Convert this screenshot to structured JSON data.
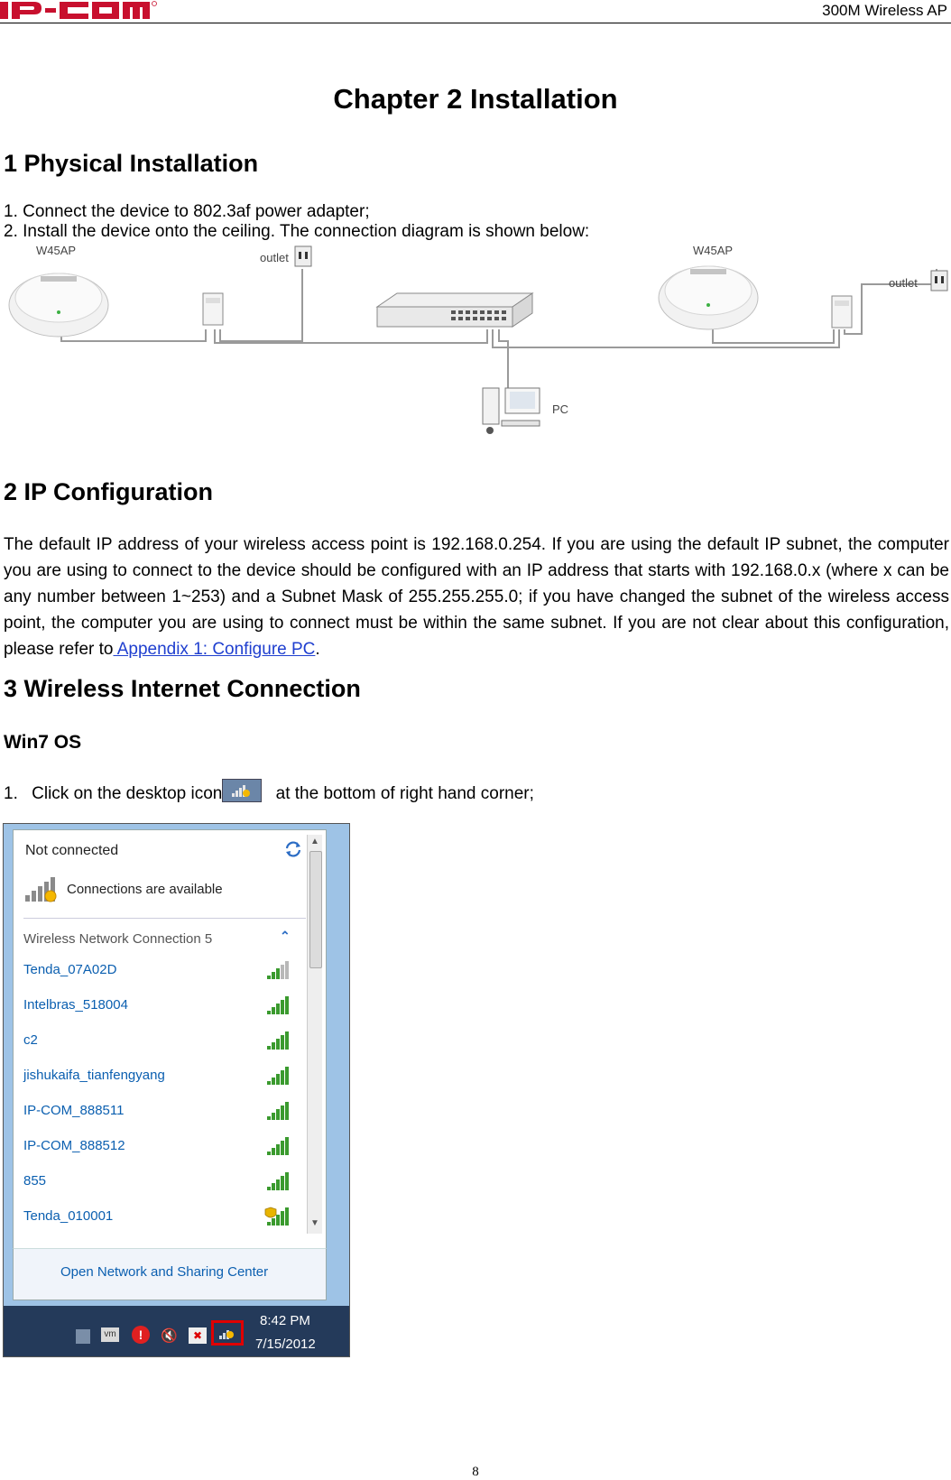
{
  "header": {
    "logo_text": "IP-COM",
    "title": "300M Wireless AP"
  },
  "chapter_title": "Chapter 2 Installation",
  "section1": {
    "heading": "1 Physical Installation",
    "step1": "1. Connect the device to 802.3af power adapter;",
    "step2": "2. Install the device onto the ceiling. The connection diagram is shown below:"
  },
  "diagram": {
    "left_ap_label": "W45AP",
    "right_ap_label": "W45AP",
    "left_outlet_label": "outlet",
    "right_outlet_label": "outlet",
    "pc_label": "PC"
  },
  "section2": {
    "heading": "2 IP Configuration",
    "body": "The default IP address of your wireless access point is 192.168.0.254. If you are using the default IP subnet, the computer you are using to connect to the device should be configured with an IP address that starts with 192.168.0.x (where x can be any number between 1~253) and a Subnet Mask of 255.255.255.0; if you have changed the subnet of the wireless access point, the computer you are using to connect must be within the same subnet. If you are not clear about this configuration, please refer to",
    "link": " Appendix 1: Configure PC",
    "after_link": "."
  },
  "section3": {
    "heading": "3 Wireless Internet Connection",
    "subheading": "Win7 OS",
    "step_num": "1.",
    "step_before_icon": "Click on the desktop icon",
    "step_after_icon": "at the bottom of right hand corner;"
  },
  "win7_popup": {
    "status": "Not connected",
    "available": "Connections are available",
    "group_label": "Wireless Network Connection 5",
    "networks": [
      {
        "ssid": "Tenda_07A02D",
        "bars": 3,
        "secured": false
      },
      {
        "ssid": "Intelbras_518004",
        "bars": 5,
        "secured": false
      },
      {
        "ssid": "c2",
        "bars": 5,
        "secured": false
      },
      {
        "ssid": "jishukaifa_tianfengyang",
        "bars": 5,
        "secured": false
      },
      {
        "ssid": "IP-COM_888511",
        "bars": 5,
        "secured": false
      },
      {
        "ssid": "IP-COM_888512",
        "bars": 5,
        "secured": false
      },
      {
        "ssid": "855",
        "bars": 5,
        "secured": false
      },
      {
        "ssid": "Tenda_010001",
        "bars": 5,
        "secured": true
      }
    ],
    "footer_link": "Open Network and Sharing Center",
    "clock_time": "8:42 PM",
    "clock_date": "7/15/2012"
  },
  "page_number": "8",
  "colors": {
    "logo_red": "#c8102e",
    "link_blue": "#1f3fcf",
    "win_link_blue": "#0b5fb0",
    "highlight_red": "#e00000"
  }
}
